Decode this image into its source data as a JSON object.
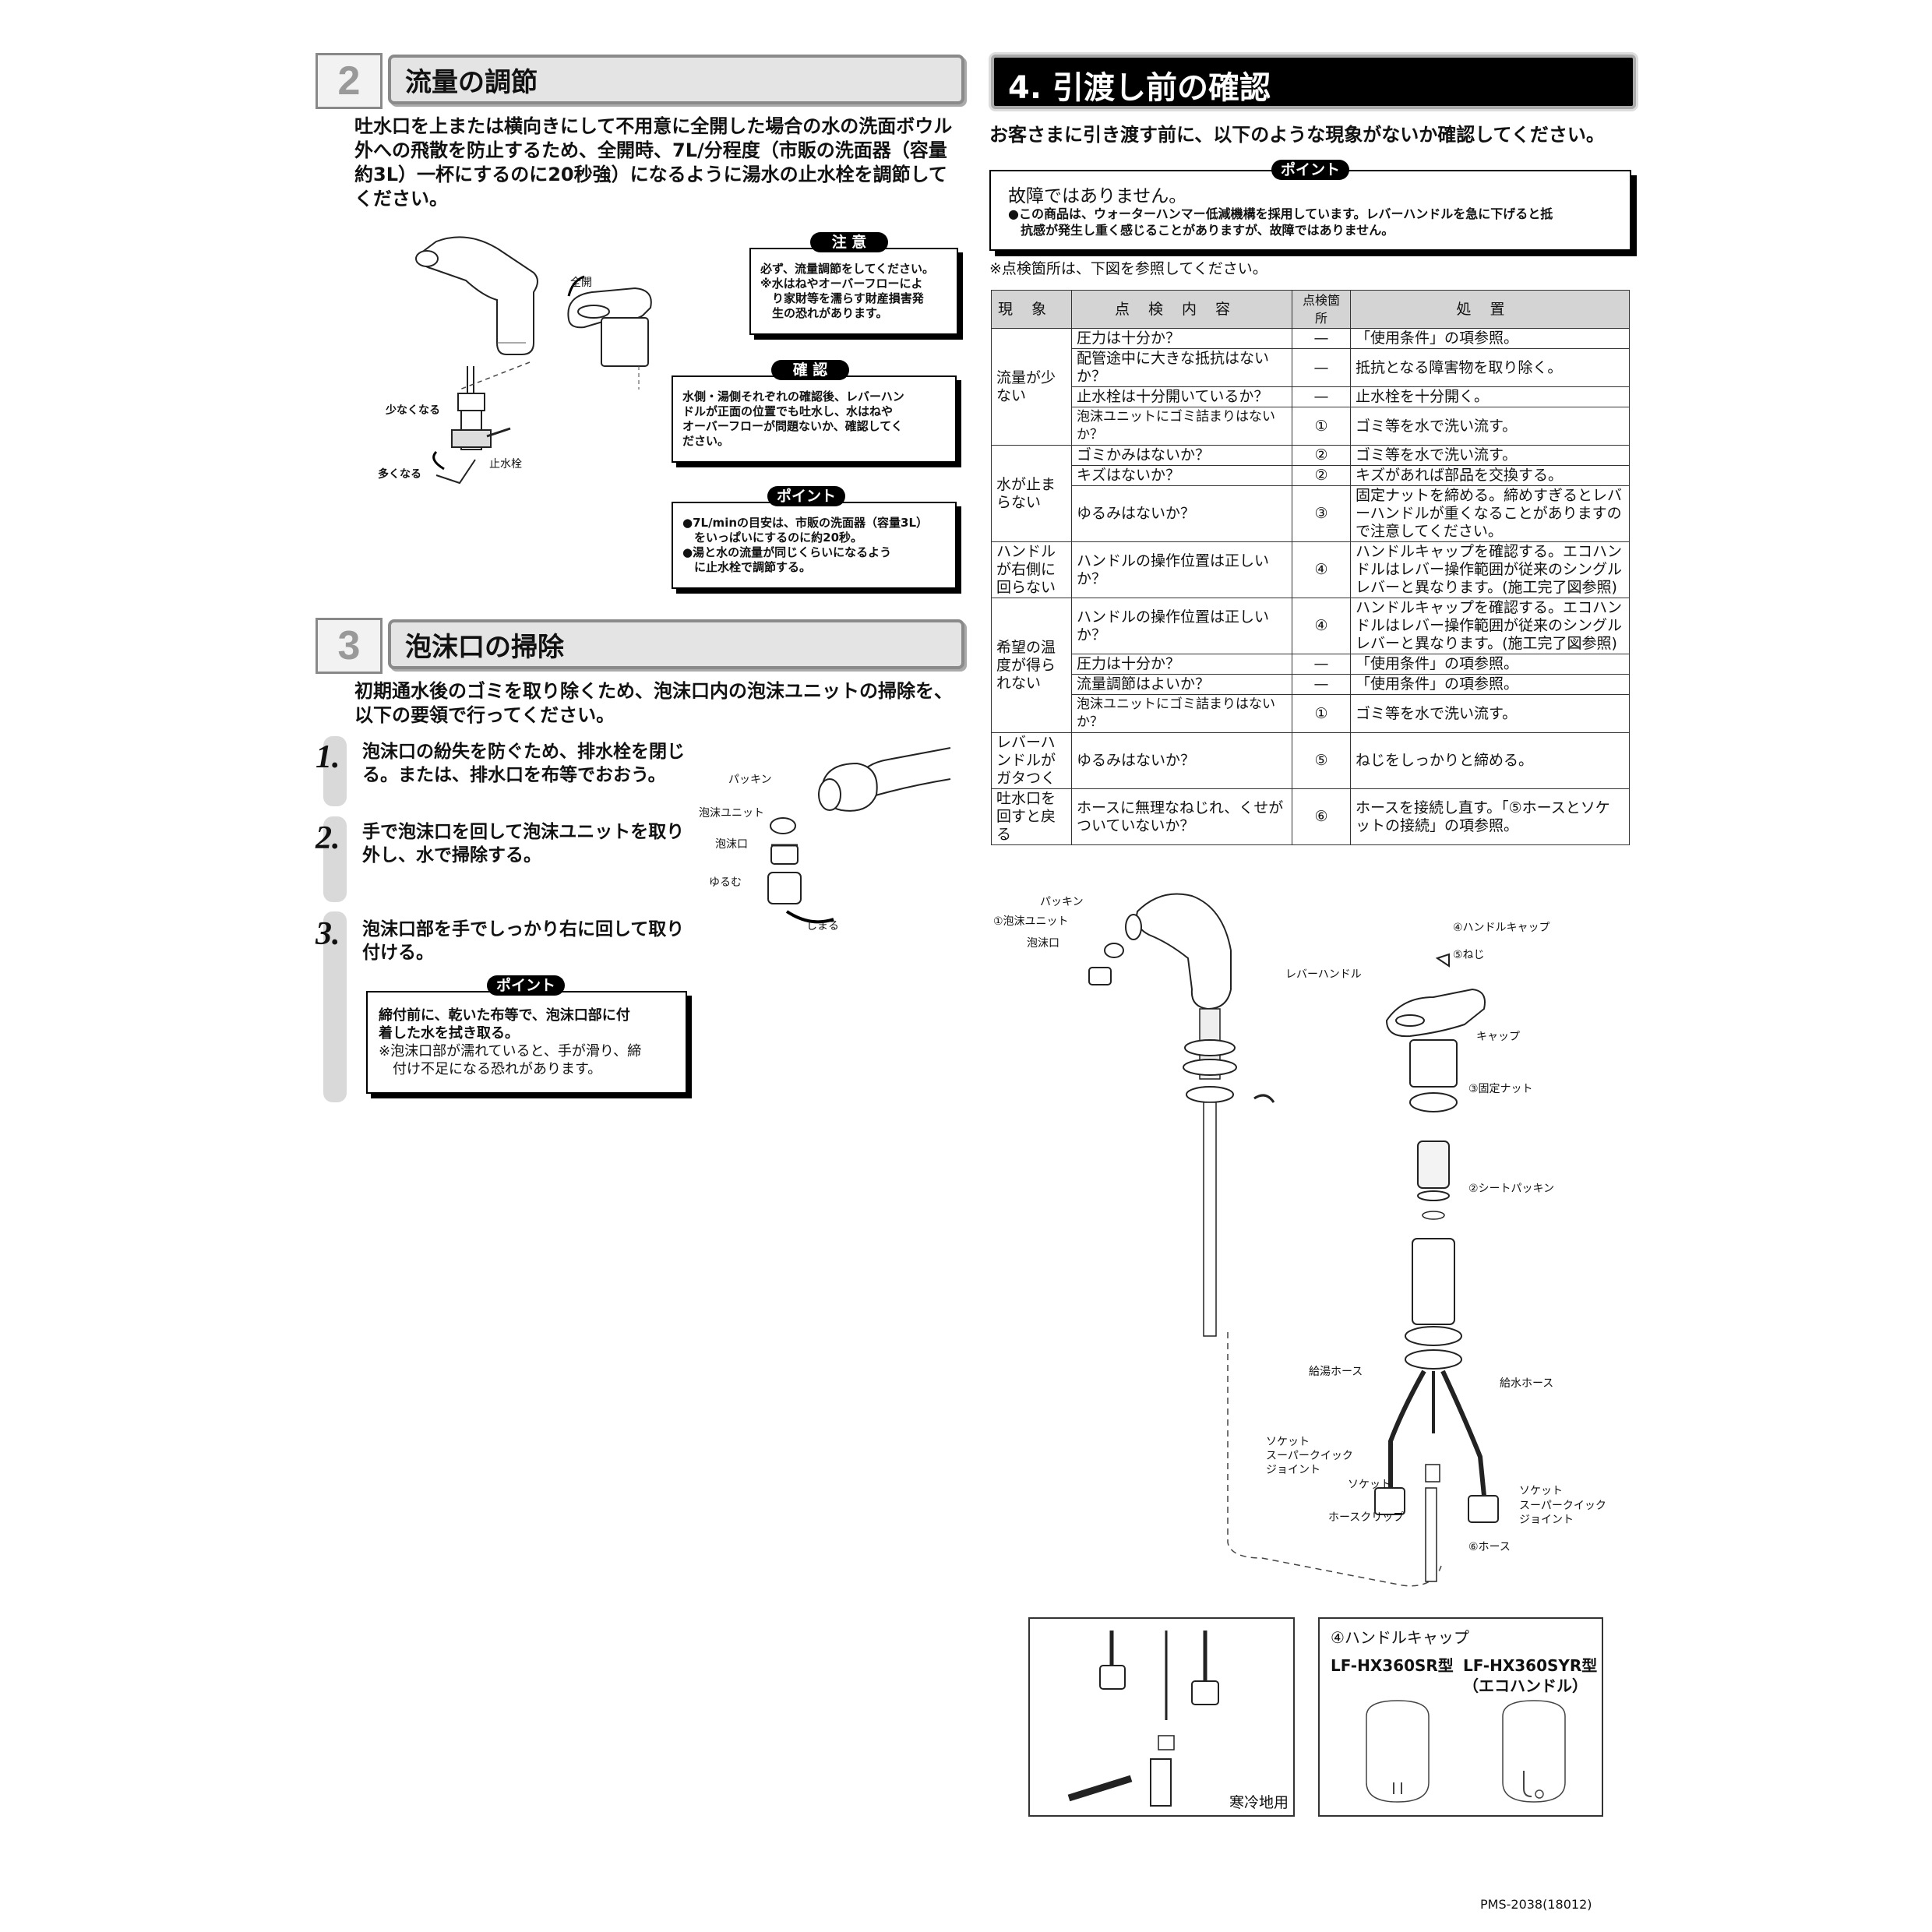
{
  "section2": {
    "number": "2",
    "title": "流量の調節",
    "body": [
      "吐水口を上または横向きにして不用意に全開した場合の水の洗面ボウル",
      "外への飛散を防止するため、全開時、7L/分程度（市販の洗面器（容量",
      "約3L）一杯にするのに20秒強）になるように湯水の止水栓を調節して",
      "ください。"
    ],
    "caution": {
      "label": "注 意",
      "lines": [
        "必ず、流量調節をしてください。",
        "※水はねやオーバーフローによ",
        "　り家財等を濡らす財産損害発",
        "　生の恐れがあります。"
      ]
    },
    "confirm": {
      "label": "確 認",
      "lines": [
        "水側・湯側それぞれの確認後、レバーハン",
        "ドルが正面の位置でも吐水し、水はねや",
        "オーバーフローが問題ないか、確認してく",
        "ださい。"
      ]
    },
    "point": {
      "label": "ポイント",
      "lines": [
        "●7L/minの目安は、市販の洗面器（容量3L）",
        "　をいっぱいにするのに約20秒。",
        "●湯と水の流量が同じくらいになるよう",
        "　に止水栓で調節する。"
      ]
    },
    "labels": {
      "full_open": "全開",
      "less": "少なくなる",
      "more": "多くなる",
      "stop_valve": "止水栓"
    }
  },
  "section3": {
    "number": "3",
    "title": "泡沫口の掃除",
    "body": [
      "初期通水後のゴミを取り除くため、泡沫口内の泡沫ユニットの掃除を、",
      "以下の要領で行ってください。"
    ],
    "steps": [
      {
        "num": "1.",
        "lines": [
          "泡沫口の紛失を防ぐため、排水栓を閉じ",
          "る。または、排水口を布等でおおう。"
        ]
      },
      {
        "num": "2.",
        "lines": [
          "手で泡沫口を回して泡沫ユニットを取り",
          "外し、水で掃除する。"
        ]
      },
      {
        "num": "3.",
        "lines": [
          "泡沫口部を手でしっかり右に回して取り",
          "付ける。"
        ]
      }
    ],
    "point": {
      "label": "ポイント",
      "lines": [
        "締付前に、乾いた布等で、泡沫口部に付",
        "着した水を拭き取る。",
        "※泡沫口部が濡れていると、手が滑り、締",
        "　付け不足になる恐れがあります。"
      ]
    },
    "labels": {
      "packing": "パッキン",
      "unit": "泡沫ユニット",
      "mouth": "泡沫口",
      "loosen": "ゆるむ",
      "tighten": "しまる"
    }
  },
  "section4": {
    "title": "4. 引渡し前の確認",
    "intro": "お客さまに引き渡す前に、以下のような現象がないか確認してください。",
    "point": {
      "label": "ポイント",
      "heading": "故障ではありません。",
      "lines": [
        "●この商品は、ウォーターハンマー低減機構を採用しています。レバーハンドルを急に下げると抵",
        "　抗感が発生し重く感じることがありますが、故障ではありません。"
      ]
    },
    "ref_note": "※点検箇所は、下図を参照してください。",
    "table": {
      "headers": [
        "現象",
        "点検内容",
        "点検箇所",
        "処置"
      ],
      "groups": [
        {
          "symptom": "流量が少ない",
          "rows": [
            {
              "check": "圧力は十分か？",
              "loc": "—",
              "action": "「使用条件」の項参照。"
            },
            {
              "check": "配管途中に大きな抵抗はないか？",
              "loc": "—",
              "action": "抵抗となる障害物を取り除く。"
            },
            {
              "check": "止水栓は十分開いているか？",
              "loc": "—",
              "action": "止水栓を十分開く。"
            },
            {
              "check": "泡沫ユニットにゴミ詰まりはないか？",
              "loc": "①",
              "action": "ゴミ等を水で洗い流す。"
            }
          ]
        },
        {
          "symptom": "水が止まらない",
          "rows": [
            {
              "check": "ゴミかみはないか？",
              "loc": "②",
              "action": "ゴミ等を水で洗い流す。"
            },
            {
              "check": "キズはないか？",
              "loc": "②",
              "action": "キズがあれば部品を交換する。"
            },
            {
              "check": "ゆるみはないか？",
              "loc": "③",
              "action": "固定ナットを締める。締めすぎるとレバーハンドルが重くなることがありますので注意してください。"
            }
          ]
        },
        {
          "symptom": "ハンドルが右側に回らない",
          "rows": [
            {
              "check": "ハンドルの操作位置は正しいか？",
              "loc": "④",
              "action": "ハンドルキャップを確認する。エコハンドルはレバー操作範囲が従来のシングルレバーと異なります。(施工完了図参照)"
            }
          ]
        },
        {
          "symptom": "希望の温度が得られない",
          "rows": [
            {
              "check": "ハンドルの操作位置は正しいか？",
              "loc": "④",
              "action": "ハンドルキャップを確認する。エコハンドルはレバー操作範囲が従来のシングルレバーと異なります。(施工完了図参照)"
            },
            {
              "check": "圧力は十分か？",
              "loc": "—",
              "action": "「使用条件」の項参照。"
            },
            {
              "check": "流量調節はよいか？",
              "loc": "—",
              "action": "「使用条件」の項参照。"
            },
            {
              "check": "泡沫ユニットにゴミ詰まりはないか？",
              "loc": "①",
              "action": "ゴミ等を水で洗い流す。"
            }
          ]
        },
        {
          "symptom": "レバーハンドルがガタつく",
          "rows": [
            {
              "check": "ゆるみはないか？",
              "loc": "⑤",
              "action": "ねじをしっかりと締める。"
            }
          ]
        },
        {
          "symptom": "吐水口を回すと戻る",
          "rows": [
            {
              "check": "ホースに無理なねじれ、くせがついていないか？",
              "loc": "⑥",
              "action": "ホースを接続し直す。「⑤ホースとソケットの接続」の項参照。"
            }
          ]
        }
      ]
    },
    "diagram_labels": {
      "packing": "パッキン",
      "unit": "①泡沫ユニット",
      "mouth": "泡沫口",
      "handle_cap": "④ハンドルキャップ",
      "screw": "⑤ねじ",
      "lever": "レバーハンドル",
      "cap": "キャップ",
      "nut": "③固定ナット",
      "seat": "②シートパッキン",
      "hot_hose": "給湯ホース",
      "cold_hose": "給水ホース",
      "socket": "ソケット",
      "sqj": "スーパークイック",
      "joint": "ジョイント",
      "clip": "ホースクリップ",
      "hose": "⑥ホース"
    },
    "cold_region": "寒冷地用",
    "cap_box": {
      "title": "④ハンドルキャップ",
      "model_a": "LF-HX360SR型",
      "model_b": "LF-HX360SYR型",
      "model_b_sub": "（エコハンドル）"
    }
  },
  "footer": "PMS-2038(18012)"
}
